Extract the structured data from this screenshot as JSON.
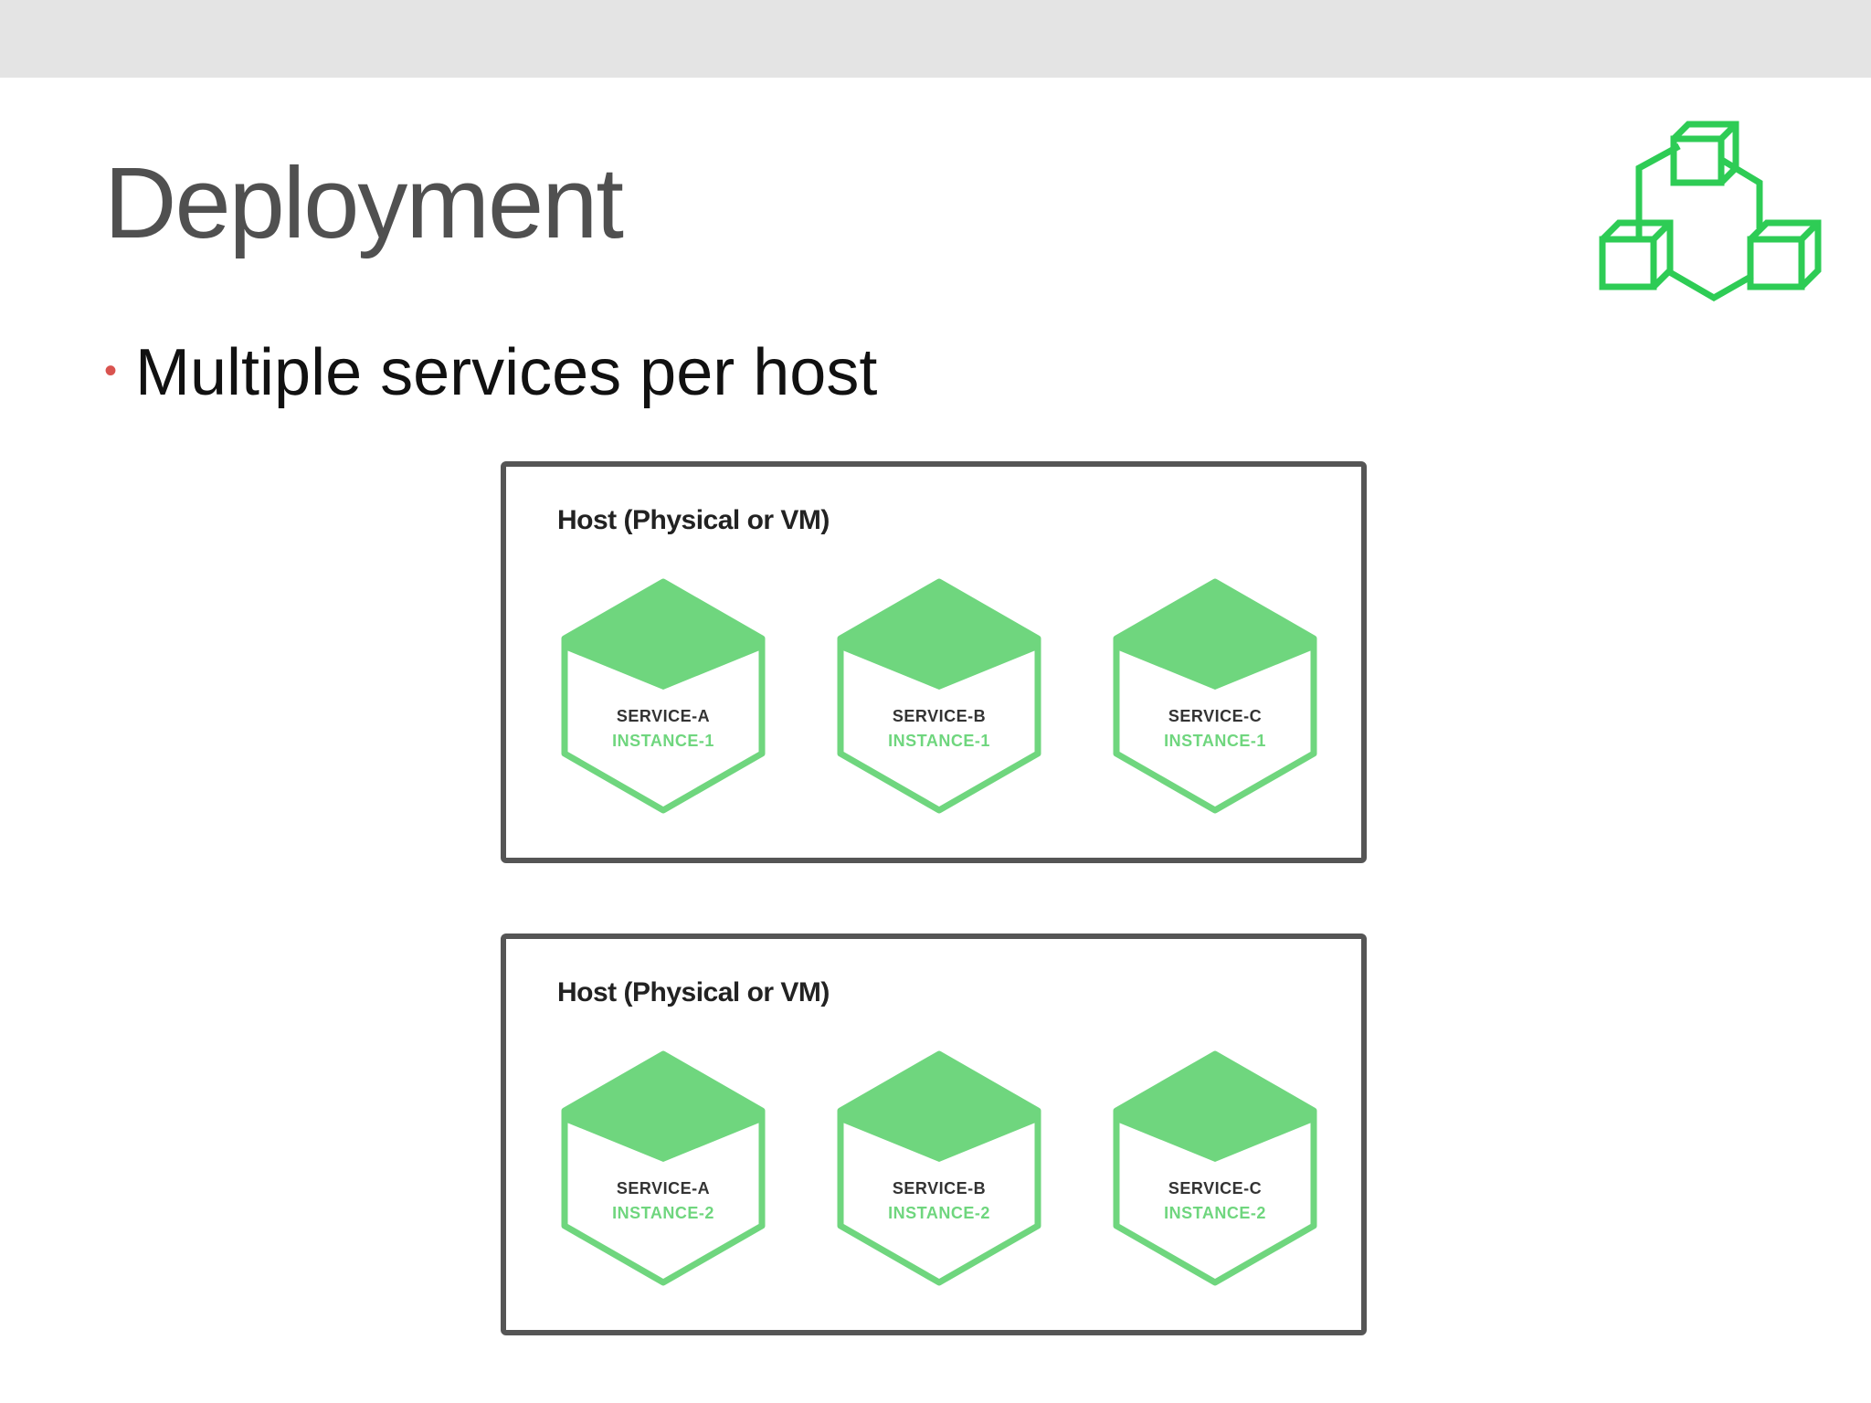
{
  "slide": {
    "title": "Deployment",
    "bullet": "Multiple services per host"
  },
  "colors": {
    "accent_green": "#6fd67e",
    "logo_green": "#2ecc55",
    "bullet_red": "#d9534f",
    "frame_gray": "#555555"
  },
  "hosts": [
    {
      "label": "Host (Physical or VM)",
      "services": [
        {
          "name": "SERVICE-A",
          "instance": "INSTANCE-1"
        },
        {
          "name": "SERVICE-B",
          "instance": "INSTANCE-1"
        },
        {
          "name": "SERVICE-C",
          "instance": "INSTANCE-1"
        }
      ]
    },
    {
      "label": "Host (Physical or VM)",
      "services": [
        {
          "name": "SERVICE-A",
          "instance": "INSTANCE-2"
        },
        {
          "name": "SERVICE-B",
          "instance": "INSTANCE-2"
        },
        {
          "name": "SERVICE-C",
          "instance": "INSTANCE-2"
        }
      ]
    }
  ],
  "icons": {
    "logo": "cubes-network-icon",
    "service": "hexagon-cube-icon"
  }
}
